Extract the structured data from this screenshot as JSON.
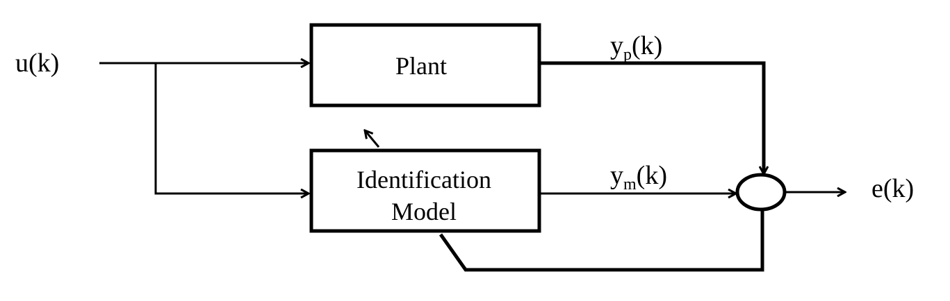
{
  "blocks": {
    "plant": "Plant",
    "model_line1": "Identification",
    "model_line2": "Model"
  },
  "signals": {
    "input": "u(k)",
    "plant_output_base": "y",
    "plant_output_sub": "p",
    "plant_output_arg": "(k)",
    "model_output_base": "y",
    "model_output_sub": "m",
    "model_output_arg": "(k)",
    "error": "e(k)"
  },
  "colors": {
    "stroke": "#000000",
    "background": "#ffffff"
  }
}
